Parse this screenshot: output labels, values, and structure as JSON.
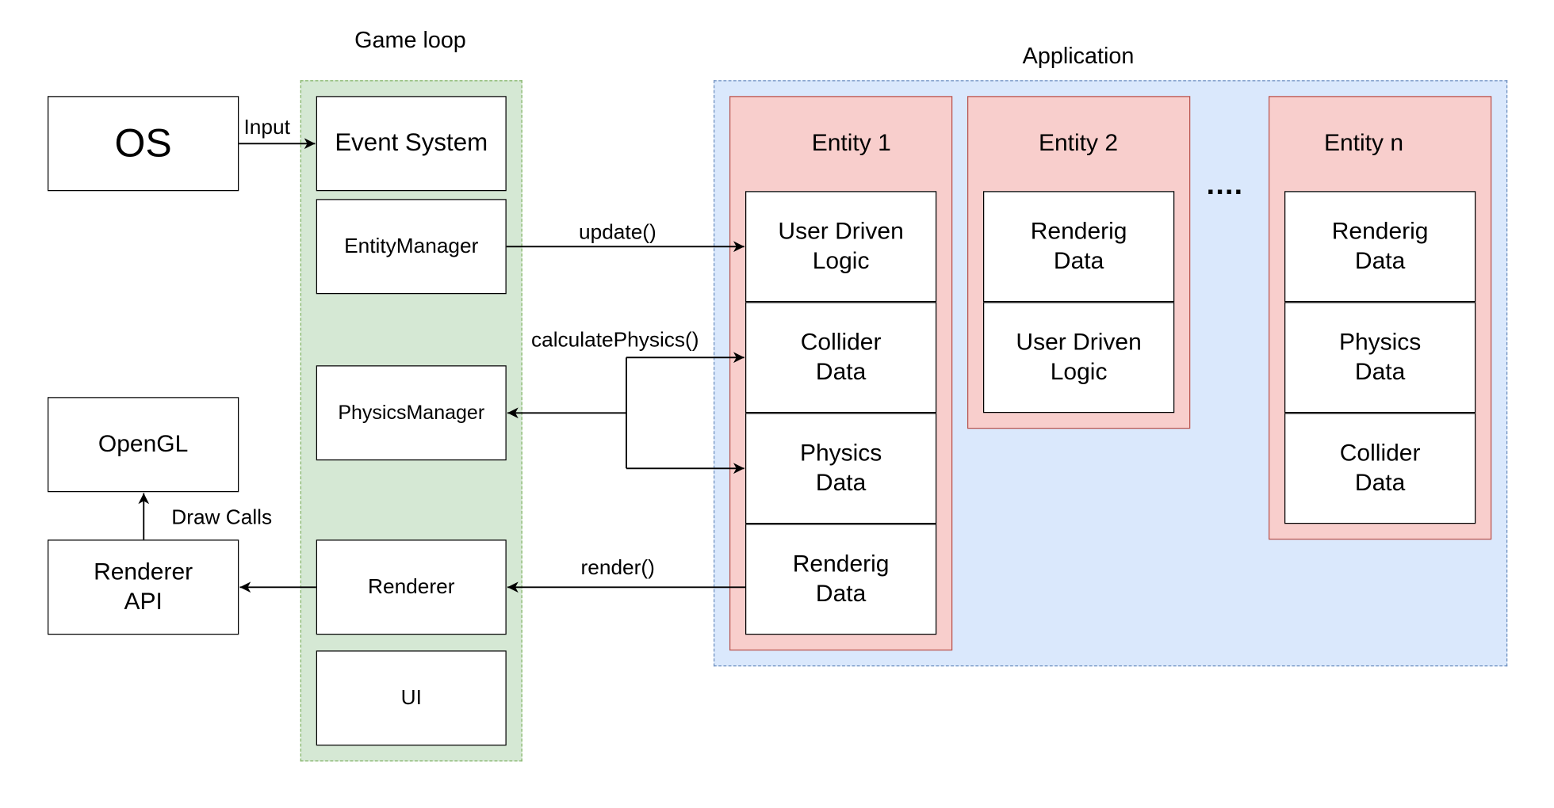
{
  "groups": {
    "game_loop": "Game loop",
    "application": "Application"
  },
  "external": {
    "os": "OS",
    "opengl": "OpenGL",
    "renderer_api": "Renderer\nAPI"
  },
  "game_loop": {
    "event_system": "Event System",
    "entity_manager": "EntityManager",
    "physics_manager": "PhysicsManager",
    "renderer": "Renderer",
    "ui": "UI"
  },
  "edges": {
    "input": "Input",
    "draw_calls": "Draw Calls",
    "update": "update()",
    "calculate_physics": "calculatePhysics()",
    "render": "render()"
  },
  "entities": [
    {
      "title": "Entity 1",
      "components": [
        "User Driven\nLogic",
        "Collider\nData",
        "Physics\nData",
        "Renderig\nData"
      ]
    },
    {
      "title": "Entity 2",
      "components": [
        "Renderig\nData",
        "User Driven\nLogic"
      ]
    },
    {
      "title": "Entity n",
      "components": [
        "Renderig\nData",
        "Physics\nData",
        "Collider\nData"
      ]
    }
  ],
  "ellipsis": "....",
  "colors": {
    "game_loop_fill": "#d5e8d4",
    "game_loop_stroke": "#82b366",
    "application_fill": "#dae8fc",
    "application_stroke": "#6c8ebf",
    "entity_fill": "#f8cecc",
    "entity_stroke": "#b85450"
  }
}
